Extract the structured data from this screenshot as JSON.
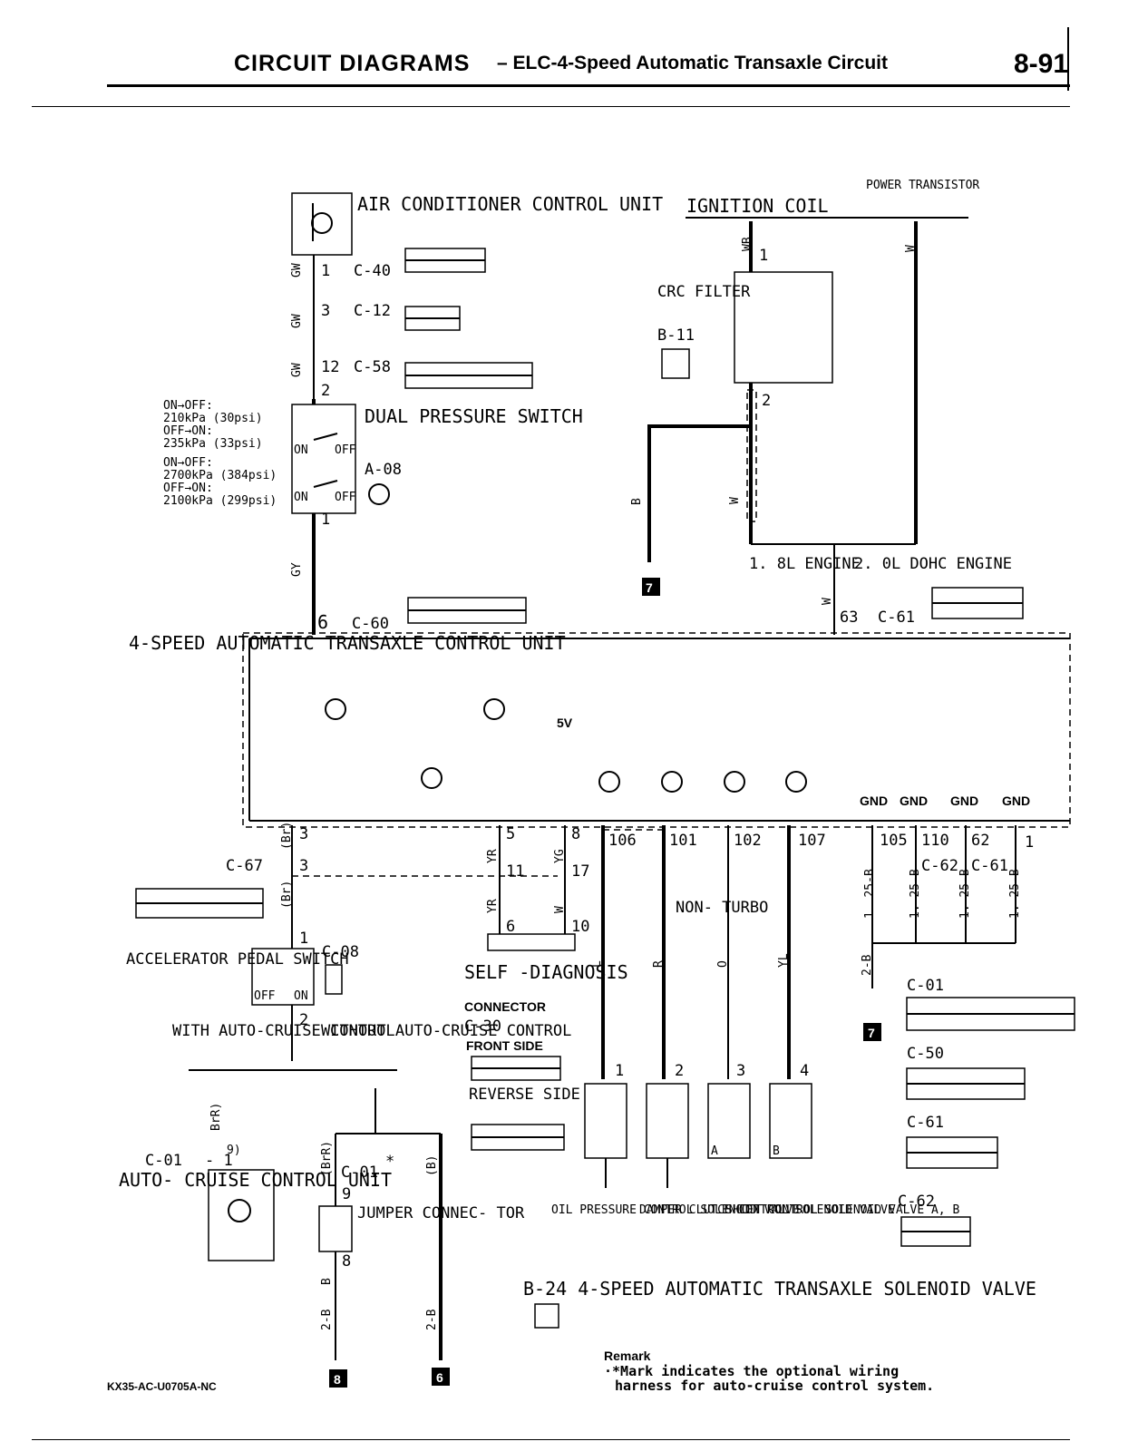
{
  "header": {
    "title": "CIRCUIT DIAGRAMS",
    "subtitle": "– ELC-4-Speed Automatic Transaxle Circuit",
    "page": "8-91"
  },
  "components": {
    "ac_unit": "AIR CONDITIONER CONTROL UNIT",
    "ignition": "IGNITION COIL",
    "power_transistor": "POWER TRANSISTOR",
    "crc_filter": "CRC FILTER",
    "dual_switch": "DUAL PRESSURE SWITCH",
    "tcu": "4-SPEED AUTOMATIC TRANSAXLE CONTROL UNIT",
    "accel_switch": "ACCELERATOR PEDAL SWITCH",
    "self_diag": "SELF -DIAGNOSIS",
    "self_diag_conn": "CONNECTOR",
    "front_side": "FRONT SIDE",
    "reverse_side": "REVERSE SIDE",
    "auto_cruise": "AUTO- CRUISE CONTROL UNIT",
    "jumper": "JUMPER CONNEC- TOR",
    "with_cruise": "WITH AUTO-CRUISE CONTROL",
    "without_cruise": "WITHOUT AUTO-CRUISE CONTROL",
    "engine_18": "1. 8L ENGINE",
    "engine_20": "2. 0L DOHC ENGINE",
    "non_turbo": "NON- TURBO",
    "solenoid_1": "OIL PRESSURE CONTROL SOLENOID VALVE",
    "solenoid_2": "DAMPER CLUTCH CONTROL SOLENOID VALVE",
    "solenoid_3": "SHIFT CONTROL SOLENOID VALVE A, B",
    "solenoid_group": "B-24 4-SPEED AUTOMATIC TRANSAXLE SOLENOID VALVE",
    "v5": "5V",
    "gnd": "GND"
  },
  "pressure_notes": [
    "ON→OFF:",
    "210kPa (30psi)",
    "OFF→ON:",
    "235kPa (33psi)",
    "ON→OFF:",
    "2700kPa (384psi)",
    "OFF→ON:",
    "2100kPa (299psi)"
  ],
  "connectors": {
    "c40": "C-40",
    "c12": "C-12",
    "c58": "C-58",
    "a08": "A-08",
    "c60": "C-60",
    "b11": "B-11",
    "c61": "C-61",
    "c67": "C-67",
    "c08": "C-08",
    "c30": "C-30",
    "c01": "C-01",
    "c50": "C-50",
    "c62": "C-62",
    "b24": "B-24"
  },
  "wire_colors": {
    "gw": "GW",
    "gy": "GY",
    "wb": "WB",
    "w": "W",
    "b": "B",
    "br": "(Br)",
    "yr": "YR",
    "yg": "YG",
    "l": "L",
    "r": "R",
    "o": "O",
    "yl": "YL",
    "b125": "1. 25-B",
    "b2": "2-B",
    "brr": "(BrR)",
    "bb": "(B)",
    "brr2": "BrR)"
  },
  "pins": [
    "1",
    "3",
    "12",
    "2",
    "1",
    "6",
    "63",
    "3",
    "3",
    "1",
    "2",
    "5",
    "8",
    "11",
    "17",
    "6",
    "10",
    "106",
    "101",
    "102",
    "107",
    "105",
    "110",
    "62",
    "1",
    "9",
    "8",
    "1",
    "2",
    "3",
    "4",
    "2"
  ],
  "grounds": {
    "g7a": "7",
    "g7b": "7",
    "g8": "8",
    "g6": "6"
  },
  "remark": {
    "label": "Remark",
    "text1": "·*Mark indicates the optional wiring",
    "text2": "harness for auto-cruise control system."
  },
  "footer_code": "KX35-AC-U0705A-NC",
  "misc": {
    "c01_pin": "- 1",
    "c01_sup": "9)",
    "asterisk": "*",
    "sol_a": "A",
    "sol_b": "B",
    "pin_1_8": "1",
    "pin_1_8b": "8L"
  }
}
